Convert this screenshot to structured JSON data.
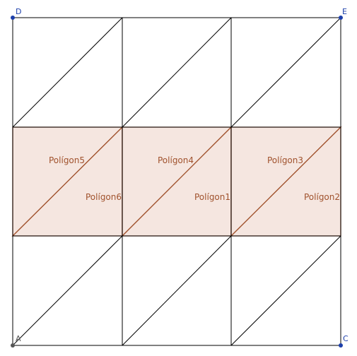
{
  "colors": {
    "polygon_fill": "#f5e6e0",
    "polygon_stroke": "#a0522d",
    "polygon_label": "#a0522d",
    "grid_line": "#000000",
    "point_blue": "#1c3faa",
    "point_dark": "#555555"
  },
  "points": {
    "A": {
      "label": "A"
    },
    "C": {
      "label": "C"
    },
    "D": {
      "label": "D"
    },
    "E": {
      "label": "E"
    }
  },
  "polygons": [
    {
      "label": "Polígon5"
    },
    {
      "label": "Polígon6"
    },
    {
      "label": "Polígon4"
    },
    {
      "label": "Polígon1"
    },
    {
      "label": "Polígon3"
    },
    {
      "label": "Polígon2"
    }
  ]
}
